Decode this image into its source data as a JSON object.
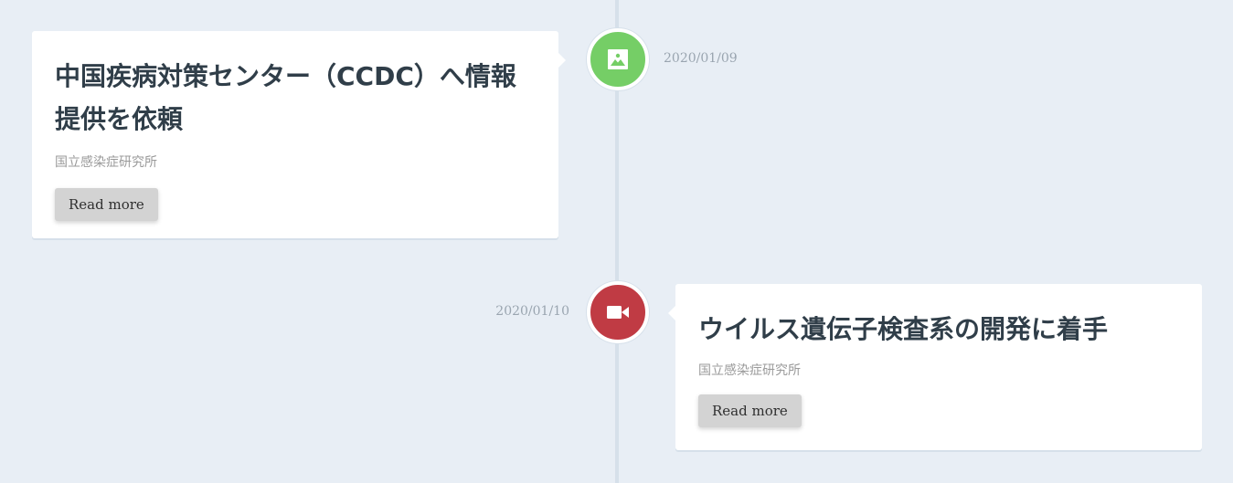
{
  "timeline": {
    "items": [
      {
        "title": "中国疾病対策センター（CCDC）へ情報提供を依頼",
        "source": "国立感染症研究所",
        "read_more": "Read more",
        "date": "2020/01/09",
        "icon": "picture-icon",
        "color": "#75ce66",
        "side": "left"
      },
      {
        "title": "ウイルス遺伝子検査系の開発に着手",
        "source": "国立感染症研究所",
        "read_more": "Read more",
        "date": "2020/01/10",
        "icon": "movie-icon",
        "color": "#c03b44",
        "side": "right"
      }
    ]
  }
}
